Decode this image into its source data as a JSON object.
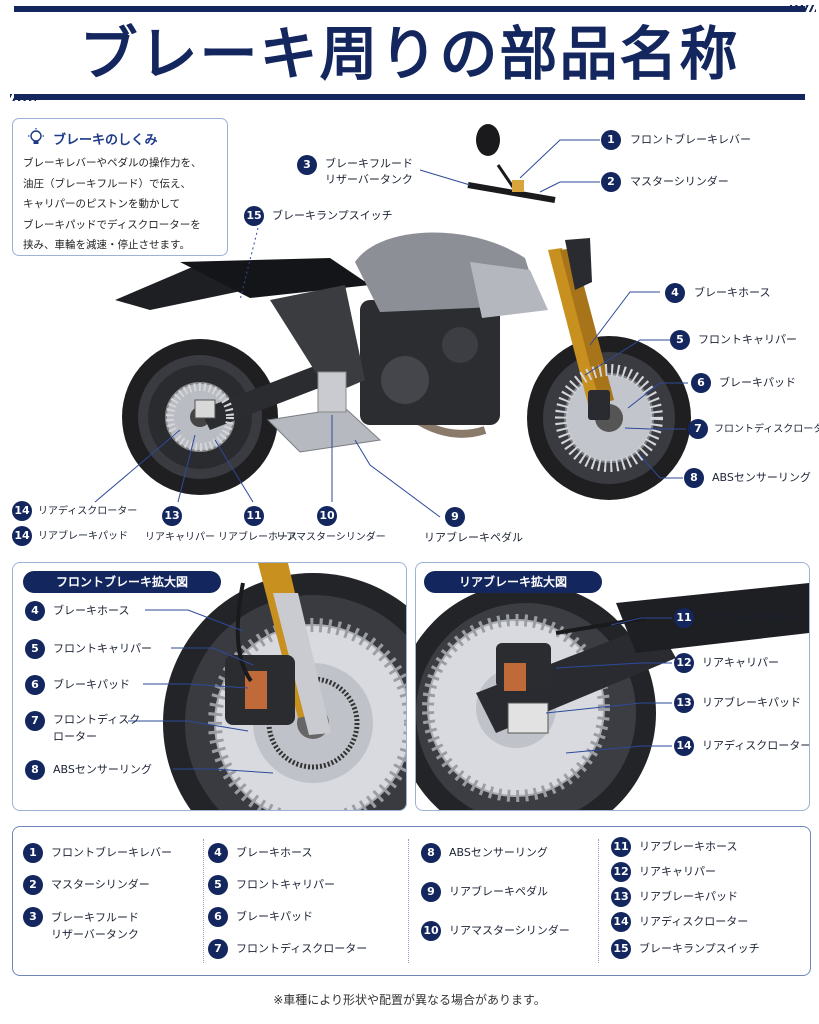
{
  "title": "ブレーキ周りの部品名称",
  "info": {
    "title": "ブレーキのしくみ",
    "text": "ブレーキレバーやペダルの操作力を、\n油圧（ブレーキフルード）で伝え、\nキャリパーのピストンを動かして\nブレーキパッドでディスクローターを\n挟み、車輪を減速・停止させます。"
  },
  "main_callouts": [
    {
      "num": "1",
      "label": "フロントブレーキレバー"
    },
    {
      "num": "2",
      "label": "マスターシリンダー"
    },
    {
      "num": "3",
      "label": "ブレーキフルード\nリザーバータンク"
    },
    {
      "num": "4",
      "label": "ブレーキホース"
    },
    {
      "num": "5",
      "label": "フロントキャリパー"
    },
    {
      "num": "6",
      "label": "ブレーキパッド"
    },
    {
      "num": "7",
      "label": "フロントディスクローター"
    },
    {
      "num": "8",
      "label": "ABSセンサーリング"
    },
    {
      "num": "9",
      "label": "リアブレーキペダル"
    },
    {
      "num": "10",
      "label": "リアマスターシリンダー"
    },
    {
      "num": "11",
      "label": "リアブレーホース"
    },
    {
      "num": "13",
      "label": "リアキャリパー"
    },
    {
      "num": "14",
      "label": "リアディスクローター"
    },
    {
      "num": "14",
      "label": "リアブレーキパッド"
    },
    {
      "num": "15",
      "label": "ブレーキランプスイッチ"
    }
  ],
  "front_detail": {
    "title": "フロントブレーキ拡大図",
    "items": [
      {
        "num": "4",
        "label": "ブレーキホース"
      },
      {
        "num": "5",
        "label": "フロントキャリパー"
      },
      {
        "num": "6",
        "label": "ブレーキパッド"
      },
      {
        "num": "7",
        "label": "フロントディスク\nローター"
      },
      {
        "num": "8",
        "label": "ABSセンサーリング"
      }
    ]
  },
  "rear_detail": {
    "title": "リアブレーキ拡大図",
    "items": [
      {
        "num": "11",
        "label": "リアブレーキホース"
      },
      {
        "num": "12",
        "label": "リアキャリパー"
      },
      {
        "num": "13",
        "label": "リアブレーキパッド"
      },
      {
        "num": "14",
        "label": "リアディスクローター"
      }
    ]
  },
  "legend": [
    {
      "num": "1",
      "label": "フロントブレーキレバー"
    },
    {
      "num": "2",
      "label": "マスターシリンダー"
    },
    {
      "num": "3",
      "label": "ブレーキフルード\nリザーバータンク"
    },
    {
      "num": "4",
      "label": "ブレーキホース"
    },
    {
      "num": "5",
      "label": "フロントキャリパー"
    },
    {
      "num": "6",
      "label": "ブレーキパッド"
    },
    {
      "num": "7",
      "label": "フロントディスクローター"
    },
    {
      "num": "8",
      "label": "ABSセンサーリング"
    },
    {
      "num": "9",
      "label": "リアブレーキペダル"
    },
    {
      "num": "10",
      "label": "リアマスターシリンダー"
    },
    {
      "num": "11",
      "label": "リアブレーキホース"
    },
    {
      "num": "12",
      "label": "リアキャリパー"
    },
    {
      "num": "13",
      "label": "リアブレーキパッド"
    },
    {
      "num": "14",
      "label": "リアディスクローター"
    },
    {
      "num": "15",
      "label": "ブレーキランプスイッチ"
    }
  ],
  "footnote": "※車種により形状や配置が異なる場合があります。",
  "colors": {
    "navy": "#13265e",
    "accent": "#1c3a86",
    "border": "#9db2d6",
    "gold": "#c8901e",
    "copper": "#c06a3a"
  }
}
